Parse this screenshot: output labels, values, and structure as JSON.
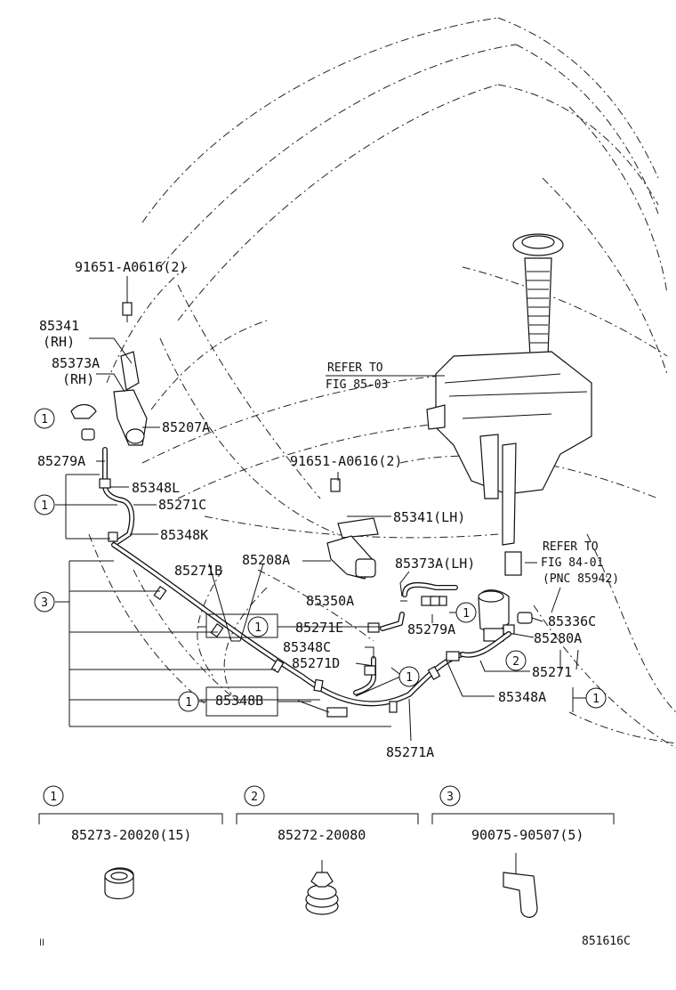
{
  "parts": {
    "p91651_top": "91651-A0616(2)",
    "p85341": "85341",
    "p85341_rh": "(RH)",
    "p85373A": "85373A",
    "p85373A_rh": "(RH)",
    "p85207A": "85207A",
    "p85279A_left": "85279A",
    "p85348L": "85348L",
    "p85271C": "85271C",
    "p85348K": "85348K",
    "p85271B": "85271B",
    "p85208A": "85208A",
    "p91651_mid": "91651-A0616(2)",
    "p85341LH": "85341(LH)",
    "p85373A_lh": "85373A(LH)",
    "p85350A": "85350A",
    "p85279A_right": "85279A",
    "p85271E": "85271E",
    "p85348C": "85348C",
    "p85271D": "85271D",
    "p85348B": "85348B",
    "p85271A": "85271A",
    "p85348A": "85348A",
    "p85271": "85271",
    "p85280A": "85280A",
    "p85336C": "85336C"
  },
  "references": {
    "ref1_line1": "REFER TO",
    "ref1_line2": "FIG 85-03",
    "ref2_line1": "REFER TO",
    "ref2_line2": "FIG 84-01",
    "ref2_line3": "(PNC 85942)"
  },
  "callouts": {
    "c1": "1",
    "c2": "2",
    "c3": "3"
  },
  "legend": [
    {
      "num": "1",
      "part": "85273-20020(15)"
    },
    {
      "num": "2",
      "part": "85272-20080"
    },
    {
      "num": "3",
      "part": "90075-90507(5)"
    }
  ],
  "footer": {
    "corner_mark": "II",
    "figure_code": "851616C"
  }
}
